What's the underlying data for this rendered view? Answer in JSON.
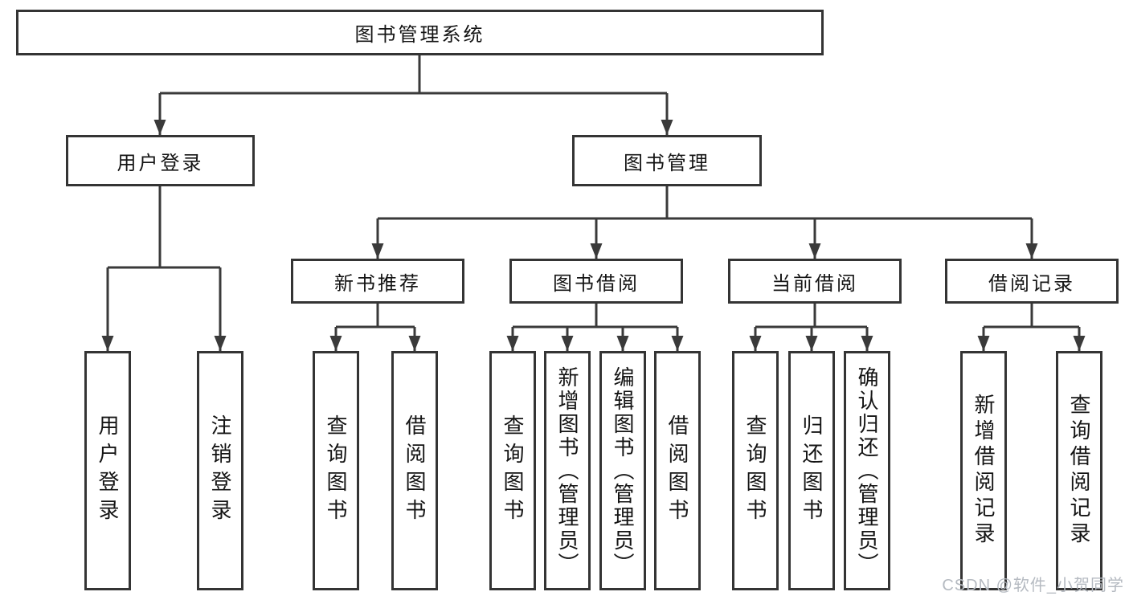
{
  "diagram": {
    "title_node": {
      "label": "图书管理系统"
    },
    "level2": [
      {
        "label": "用户登录"
      },
      {
        "label": "图书管理"
      }
    ],
    "level3": [
      {
        "label": "新书推荐"
      },
      {
        "label": "图书借阅"
      },
      {
        "label": "当前借阅"
      },
      {
        "label": "借阅记录"
      }
    ],
    "leaves": {
      "user_login": [
        {
          "label": "用户登录"
        },
        {
          "label": "注销登录"
        }
      ],
      "new_book_recommend": [
        {
          "label": "查询图书"
        },
        {
          "label": "借阅图书"
        }
      ],
      "book_borrow": [
        {
          "label": "查询图书"
        },
        {
          "label": "新增图书（管理员）"
        },
        {
          "label": "编辑图书（管理员）"
        },
        {
          "label": "借阅图书"
        }
      ],
      "current_borrow": [
        {
          "label": "查询图书"
        },
        {
          "label": "归还图书"
        },
        {
          "label": "确认归还（管理员）"
        }
      ],
      "borrow_records": [
        {
          "label": "新增借阅记录"
        },
        {
          "label": "查询借阅记录"
        }
      ]
    },
    "watermark": "CSDN @软件_小贺同学",
    "colors": {
      "line": "#3a3a3a",
      "box_border": "#343434",
      "text": "#141414",
      "watermark": "#b5bac1",
      "background": "#ffffff"
    }
  }
}
